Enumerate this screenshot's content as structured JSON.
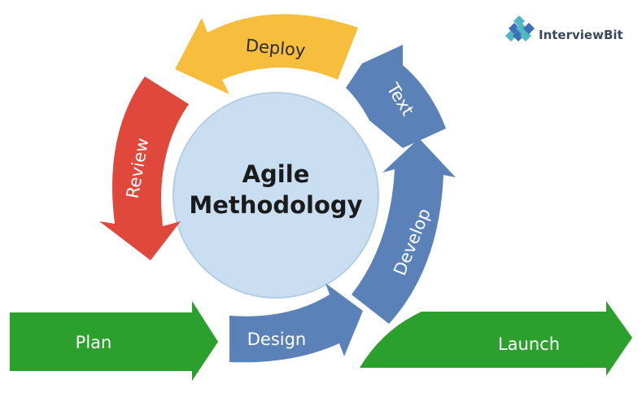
{
  "brand": {
    "logo_text": "InterviewBit"
  },
  "center": {
    "line1": "Agile",
    "line2": "Methodology"
  },
  "stages": {
    "plan": "Plan",
    "design": "Design",
    "develop": "Develop",
    "text": "Text",
    "deploy": "Deploy",
    "review": "Review",
    "launch": "Launch"
  },
  "colors": {
    "green": "#2ca02c",
    "blue": "#5a82b8",
    "yellow": "#f6be3c",
    "red": "#e0483c",
    "center_fill": "#c9def0",
    "logo_teal": "#4fb6c4",
    "logo_blue": "#3d6fb5"
  }
}
